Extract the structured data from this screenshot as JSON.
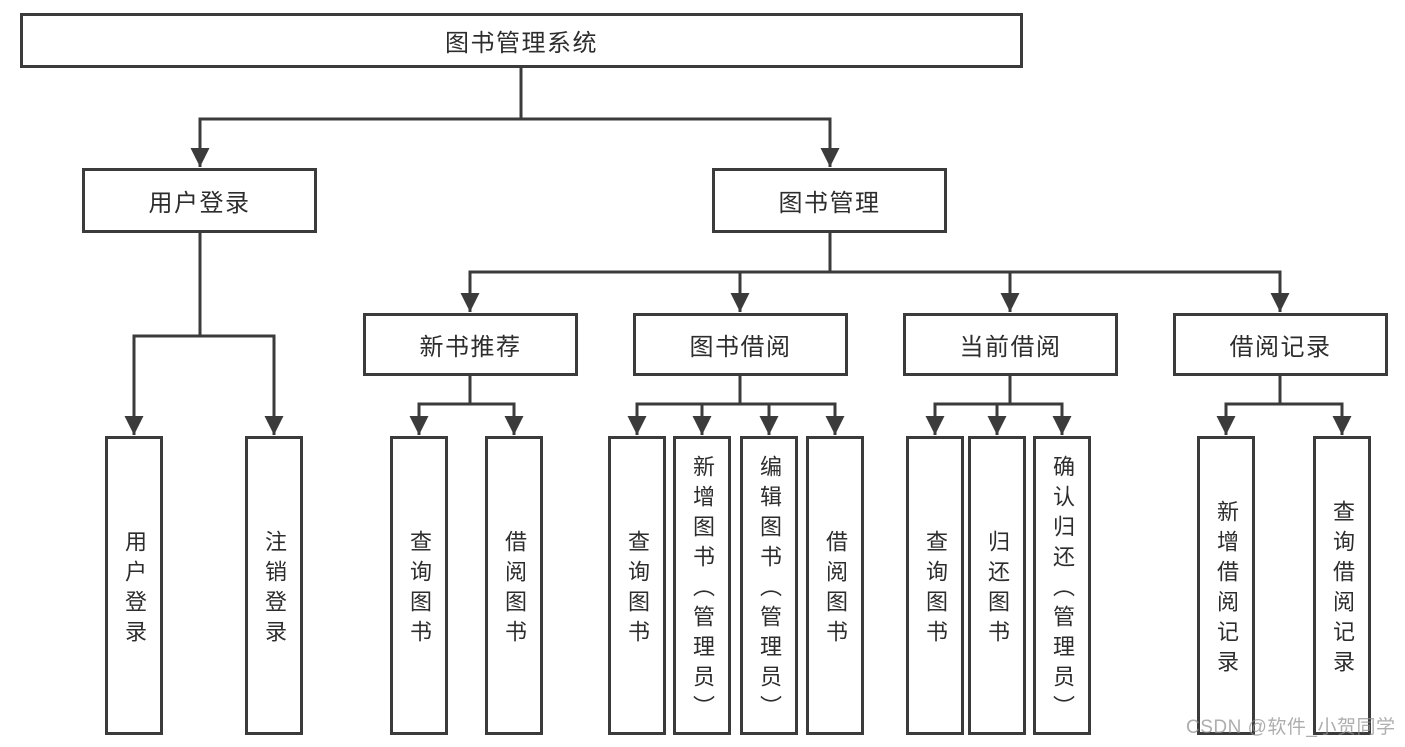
{
  "diagram": {
    "type": "hierarchy-tree",
    "colors": {
      "background": "#ffffff",
      "box_border": "#3b3b3b",
      "line": "#3b3b3b",
      "text": "#2d2d2d",
      "watermark_text": "#8f8f8f"
    },
    "nodes": {
      "root": "图书管理系统",
      "user_login": "用户登录",
      "book_mgmt": "图书管理",
      "new_book_rec": "新书推荐",
      "book_borrow": "图书借阅",
      "current_borrow": "当前借阅",
      "borrow_records": "借阅记录",
      "ul_user_login": "用户登录",
      "ul_logout": "注销登录",
      "nb_query_book": "查询图书",
      "nb_borrow_book": "借阅图书",
      "bb_query_book": "查询图书",
      "bb_add_book": "新增图书（管理员）",
      "bb_edit_book": "编辑图书（管理员）",
      "bb_borrow_book": "借阅图书",
      "cb_query_book": "查询图书",
      "cb_return_book": "归还图书",
      "cb_confirm_return": "确认归还（管理员）",
      "br_add_record": "新增借阅记录",
      "br_query_record": "查询借阅记录"
    },
    "edges": [
      [
        "root",
        "user_login"
      ],
      [
        "root",
        "book_mgmt"
      ],
      [
        "user_login",
        "ul_user_login"
      ],
      [
        "user_login",
        "ul_logout"
      ],
      [
        "book_mgmt",
        "new_book_rec"
      ],
      [
        "book_mgmt",
        "book_borrow"
      ],
      [
        "book_mgmt",
        "current_borrow"
      ],
      [
        "book_mgmt",
        "borrow_records"
      ],
      [
        "new_book_rec",
        "nb_query_book"
      ],
      [
        "new_book_rec",
        "nb_borrow_book"
      ],
      [
        "book_borrow",
        "bb_query_book"
      ],
      [
        "book_borrow",
        "bb_add_book"
      ],
      [
        "book_borrow",
        "bb_edit_book"
      ],
      [
        "book_borrow",
        "bb_borrow_book"
      ],
      [
        "current_borrow",
        "cb_query_book"
      ],
      [
        "current_borrow",
        "cb_return_book"
      ],
      [
        "current_borrow",
        "cb_confirm_return"
      ],
      [
        "borrow_records",
        "br_add_record"
      ],
      [
        "borrow_records",
        "br_query_record"
      ]
    ],
    "watermark": "CSDN @软件_小贺同学"
  }
}
